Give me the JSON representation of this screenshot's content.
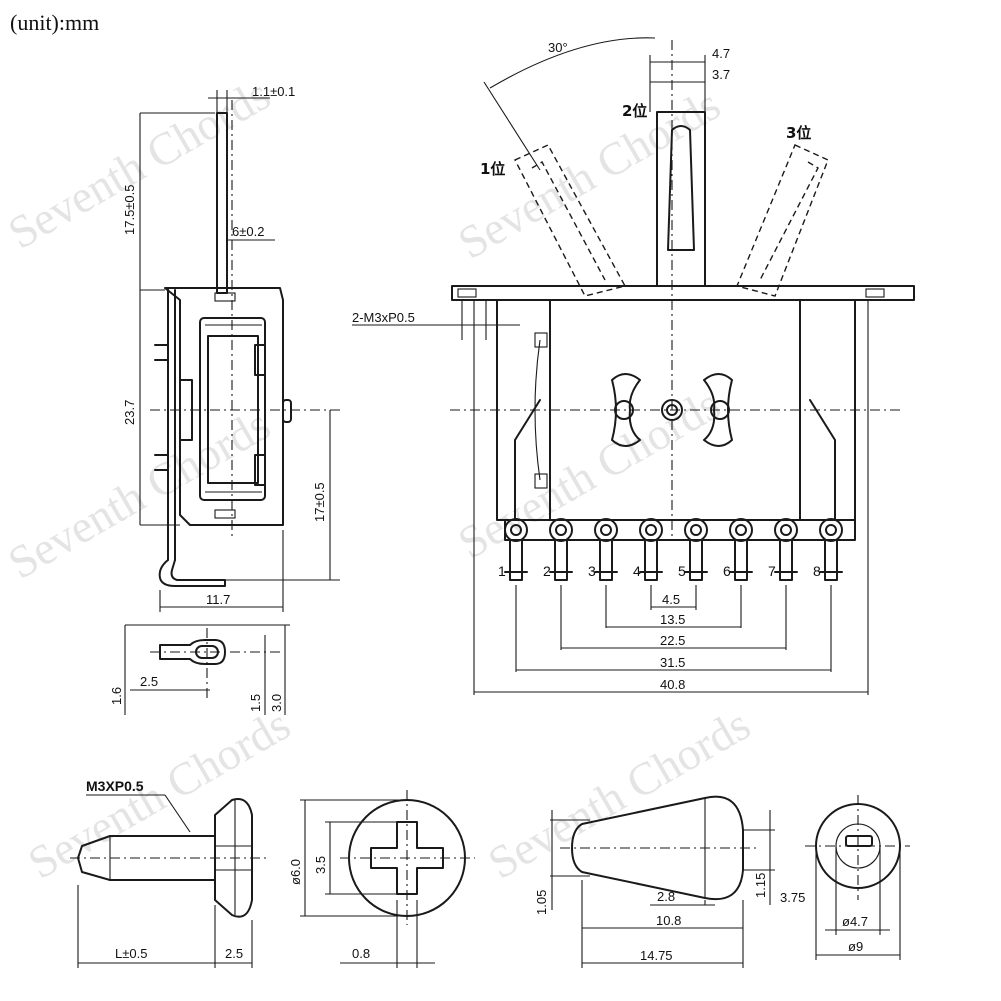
{
  "unit_label": "(unit):mm",
  "watermark": "Seventh Chords",
  "positions": {
    "p1": "1位",
    "p2": "2位",
    "p3": "3位"
  },
  "angle_label": "30°",
  "side_view": {
    "tab_thickness": "1.1±0.1",
    "tab_height": "17.5±0.5",
    "tab_offset": "6±0.2",
    "body_height": "23.7",
    "center_height": "17±0.5",
    "body_depth": "11.7"
  },
  "terminal_detail": {
    "w1": "2.5",
    "h1": "1.6",
    "h2": "1.5",
    "h3": "3.0"
  },
  "front_view": {
    "screw_label": "2-M3xP0.5",
    "top_w1": "4.7",
    "top_w2": "3.7",
    "pin_labels": [
      "1",
      "2",
      "3",
      "4",
      "5",
      "6",
      "7",
      "8"
    ],
    "dims": [
      "4.5",
      "13.5",
      "22.5",
      "31.5",
      "40.8"
    ]
  },
  "screw": {
    "thread": "M3XP0.5",
    "length": "L±0.5",
    "head": "2.5",
    "dia": "ø6.0",
    "slot": "3.5",
    "slot_w": "0.8"
  },
  "knob": {
    "d1": "1.05",
    "d2": "2.8",
    "d3": "1.15",
    "d4": "10.8",
    "d5": "14.75",
    "d6": "3.75",
    "d7": "ø4.7",
    "d8": "ø9"
  }
}
